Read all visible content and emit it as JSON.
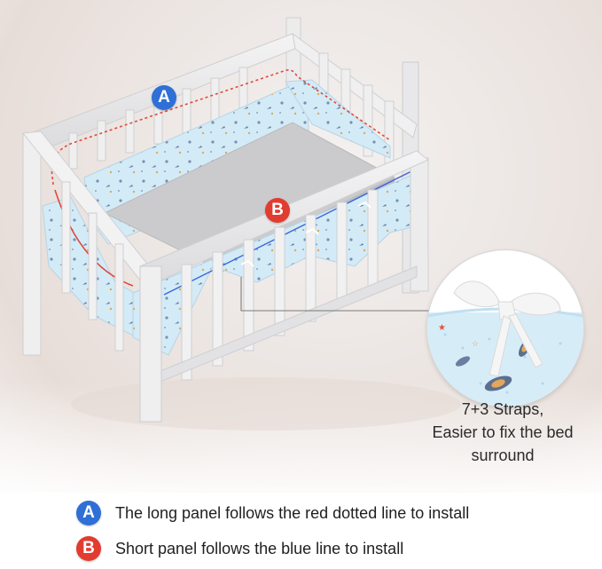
{
  "markers": {
    "a": "A",
    "b": "B"
  },
  "callout": {
    "caption_line1": "7+3 Straps,",
    "caption_line2": "Easier to fix the bed",
    "caption_line3": "surround"
  },
  "legend": [
    {
      "badge": "A",
      "text": "The long panel follows the red dotted line to install"
    },
    {
      "badge": "B",
      "text": "Short panel follows the blue line to install"
    }
  ],
  "colors": {
    "marker_a": "#2f6fd6",
    "marker_b": "#e23b2f",
    "guide_red": "#e04a3a",
    "guide_blue": "#3a66d8",
    "crib_frame": "#e9e9ea",
    "mattress": "#c9c9cb",
    "bumper": "#cfe8f5"
  }
}
